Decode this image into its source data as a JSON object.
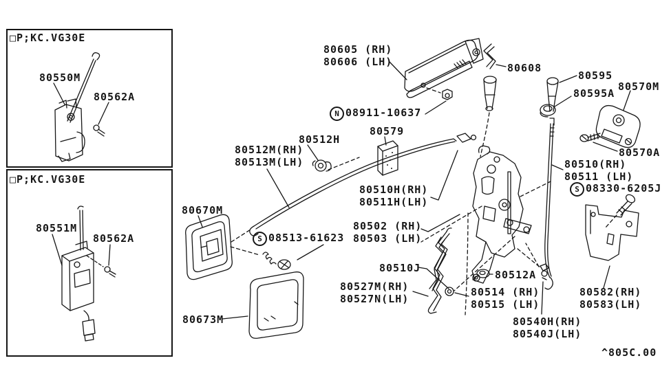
{
  "diagram": {
    "code": "^805C.00",
    "background": "#ffffff",
    "line_color": "#161616",
    "description": "Front door lock and handle parts diagram"
  },
  "insets": [
    {
      "title": "□P;KC.VG30E"
    },
    {
      "title": "□P;KC.VG30E"
    }
  ],
  "labels": [
    {
      "id": "80550M",
      "text": "80550M"
    },
    {
      "id": "80562A-upper",
      "text": "80562A"
    },
    {
      "id": "80551M",
      "text": "80551M"
    },
    {
      "id": "80562A-lower",
      "text": "80562A"
    },
    {
      "id": "80605-80606",
      "text": "80605 (RH)\n80606 (LH)"
    },
    {
      "id": "08911-10637",
      "symbol": "N",
      "text": "08911-10637"
    },
    {
      "id": "80608",
      "text": "80608"
    },
    {
      "id": "80595",
      "text": "80595"
    },
    {
      "id": "80595A",
      "text": "80595A"
    },
    {
      "id": "80570M",
      "text": "80570M"
    },
    {
      "id": "80570A",
      "text": "80570A"
    },
    {
      "id": "80579",
      "text": "80579"
    },
    {
      "id": "80512H",
      "text": "80512H"
    },
    {
      "id": "80512M-80513M",
      "text": "80512M(RH)\n80513M(LH)"
    },
    {
      "id": "80510H-80511H",
      "text": "80510H(RH)\n80511H(LH)"
    },
    {
      "id": "80510-80511",
      "text": "80510(RH)\n80511 (LH)"
    },
    {
      "id": "08330-6205J",
      "symbol": "S",
      "text": "08330-6205J"
    },
    {
      "id": "80670M",
      "text": "80670M"
    },
    {
      "id": "08513-61623",
      "symbol": "S",
      "text": "08513-61623"
    },
    {
      "id": "80502-80503",
      "text": "80502 (RH)\n80503 (LH)"
    },
    {
      "id": "80510J",
      "text": "80510J"
    },
    {
      "id": "80512A",
      "text": "80512A"
    },
    {
      "id": "80527M-80527N",
      "text": "80527M(RH)\n80527N(LH)"
    },
    {
      "id": "80514-80515",
      "text": "80514 (RH)\n80515 (LH)"
    },
    {
      "id": "80540H-80540J",
      "text": "80540H(RH)\n80540J(LH)"
    },
    {
      "id": "80582-80583",
      "text": "80582(RH)\n80583(LH)"
    },
    {
      "id": "80673M",
      "text": "80673M"
    }
  ]
}
